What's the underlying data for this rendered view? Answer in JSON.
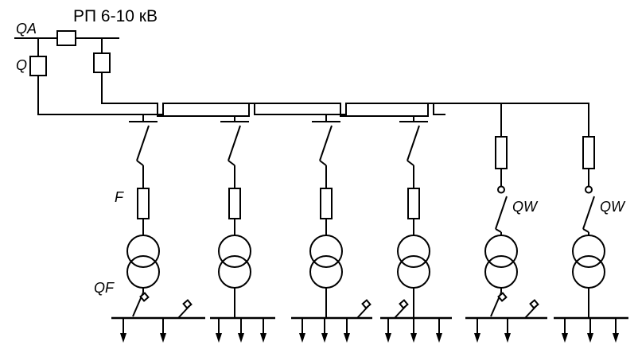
{
  "diagram": {
    "title": "РП 6-10 кВ",
    "labels": {
      "qa": "QA",
      "q": "Q",
      "f": "F",
      "qf": "QF",
      "qw": "QW"
    },
    "colors": {
      "line": "#000000",
      "background": "#ffffff"
    }
  }
}
